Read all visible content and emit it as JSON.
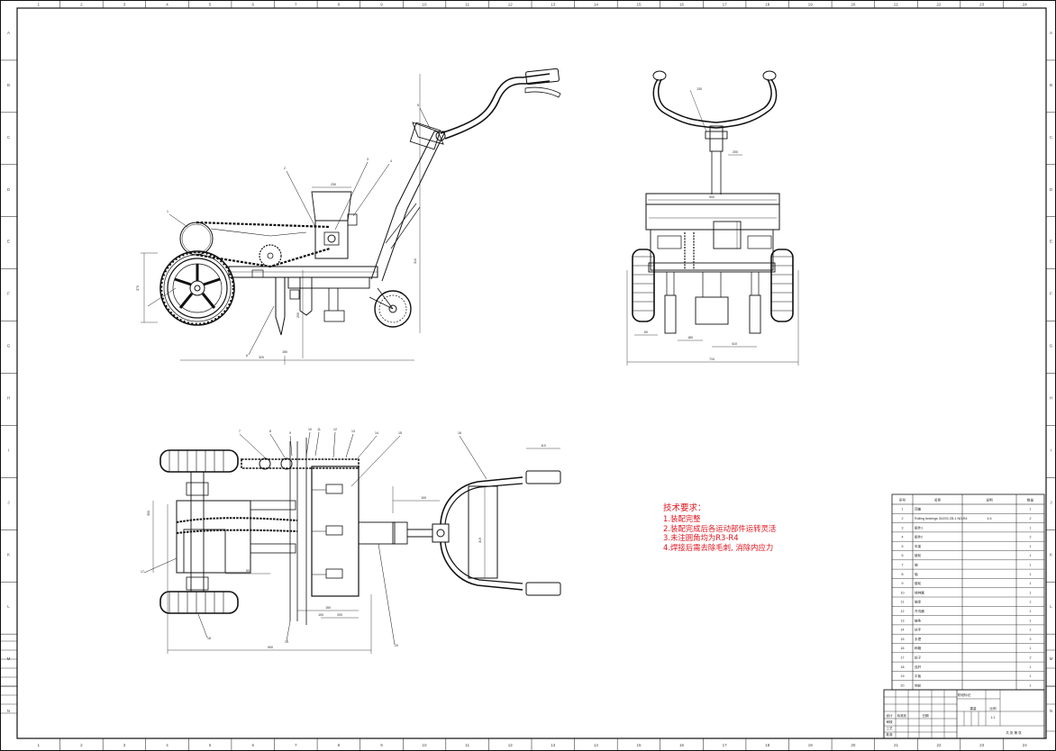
{
  "technical_requirements": {
    "title": "技术要求：",
    "items": [
      "1.装配完整",
      "2.装配完成后各运动部件运转灵活",
      "3.未注圆角均为R3-R4",
      "4.焊接后需去除毛刺, 消除内应力"
    ]
  },
  "bom": {
    "headers": [
      "序号",
      "名称",
      "说明",
      "数量"
    ],
    "rows": [
      {
        "no": "1",
        "name": "顶盖",
        "note": "",
        "qty": "1"
      },
      {
        "no": "2",
        "name": "Rolling bearings 30/203 ZB-1 ND-R4",
        "note": "4.5",
        "qty": "2"
      },
      {
        "no": "3",
        "name": "组件1",
        "note": "",
        "qty": "1"
      },
      {
        "no": "4",
        "name": "组件2",
        "note": "",
        "qty": "2"
      },
      {
        "no": "5",
        "name": "车架",
        "note": "",
        "qty": "1"
      },
      {
        "no": "6",
        "name": "链轮",
        "note": "",
        "qty": "1"
      },
      {
        "no": "7",
        "name": "轴",
        "note": "",
        "qty": "1"
      },
      {
        "no": "8",
        "name": "轴",
        "note": "",
        "qty": "1"
      },
      {
        "no": "9",
        "name": "链轮",
        "note": "",
        "qty": "1"
      },
      {
        "no": "10",
        "name": "排种器",
        "note": "",
        "qty": "1"
      },
      {
        "no": "11",
        "name": "轴承",
        "note": "",
        "qty": "1"
      },
      {
        "no": "12",
        "name": "开沟器",
        "note": "",
        "qty": "1"
      },
      {
        "no": "13",
        "name": "链条",
        "note": "",
        "qty": "1"
      },
      {
        "no": "14",
        "name": "扶手",
        "note": "",
        "qty": "1"
      },
      {
        "no": "15",
        "name": "手把",
        "note": "",
        "qty": "3"
      },
      {
        "no": "16",
        "name": "种箱",
        "note": "",
        "qty": "1"
      },
      {
        "no": "17",
        "name": "轮子",
        "note": "",
        "qty": "2"
      },
      {
        "no": "18",
        "name": "连杆",
        "note": "",
        "qty": "1"
      },
      {
        "no": "19",
        "name": "平板",
        "note": "",
        "qty": "1"
      },
      {
        "no": "20",
        "name": "地轮",
        "note": "",
        "qty": "1"
      }
    ]
  },
  "border": {
    "columns": [
      "1",
      "2",
      "3",
      "4",
      "5",
      "6",
      "7",
      "8",
      "9",
      "10",
      "11",
      "12",
      "13",
      "14",
      "15",
      "16",
      "17",
      "18",
      "19",
      "20",
      "21",
      "22",
      "23",
      "24"
    ],
    "rows": [
      "A",
      "B",
      "C",
      "D",
      "E",
      "F",
      "G",
      "H",
      "I",
      "J",
      "K",
      "L",
      "M",
      "N"
    ]
  },
  "title_block": {
    "scale": "1:1",
    "cells": [
      "设计",
      "审核",
      "工艺",
      "批准",
      "标准化",
      "日期",
      "比例",
      "重量",
      "共 张 第 张",
      "阶段标记"
    ]
  },
  "dimensions": {
    "side": [
      "370",
      "230",
      "310",
      "320",
      "150",
      "200"
    ],
    "front": [
      "710",
      "60",
      "180",
      "410",
      "130",
      "200",
      "900"
    ],
    "top": [
      "300",
      "50",
      "150",
      "200",
      "900",
      "100",
      "319",
      "110",
      "100"
    ]
  },
  "balloons": {
    "side": [
      "1",
      "2",
      "3",
      "4",
      "5",
      "6"
    ],
    "top": [
      "7",
      "8",
      "9",
      "10",
      "11",
      "12",
      "13",
      "14",
      "15",
      "16",
      "17",
      "18",
      "19",
      "20"
    ]
  }
}
